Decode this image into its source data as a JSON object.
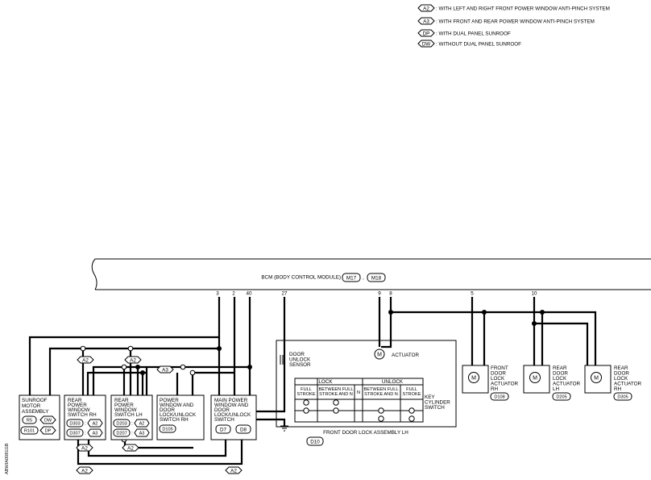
{
  "legend": [
    {
      "code": "A2",
      "text": ": WITH LEFT AND RIGHT FRONT POWER WINDOW ANTI-PINCH SYSTEM"
    },
    {
      "code": "A3",
      "text": ": WITH FRONT AND REAR POWER WINDOW ANTI-PINCH SYSTEM"
    },
    {
      "code": "DP",
      "text": ": WITH DUAL PANEL SUNROOF"
    },
    {
      "code": "DW",
      "text": ": WITHOUT DUAL PANEL SUNROOF"
    }
  ],
  "bcm": {
    "label": "BCM (BODY CONTROL MODULE)",
    "conn1": "M17",
    "sep": ",",
    "conn2": "M18"
  },
  "pins": {
    "p3": "3",
    "p2": "2",
    "p40": "40",
    "p27": "27",
    "p9": "9",
    "p8": "8",
    "p5": "5",
    "p10": "10"
  },
  "option_tags": {
    "a2": "A2",
    "a3": "A3"
  },
  "components": {
    "sunroof": {
      "lines": [
        "SUNROOF",
        "MOTOR",
        "ASSEMBLY"
      ],
      "conns": [
        "R5",
        "DW",
        "R101",
        "DP"
      ]
    },
    "rear_rh": {
      "lines": [
        "REAR",
        "POWER",
        "WINDOW",
        "SWITCH RH"
      ],
      "conns": [
        "D303",
        "A2",
        "D307",
        "A3"
      ]
    },
    "rear_lh": {
      "lines": [
        "REAR",
        "POWER",
        "WINDOW",
        "SWITCH LH"
      ],
      "conns": [
        "D203",
        "A2",
        "D207",
        "A3"
      ]
    },
    "pw_rh": {
      "lines": [
        "POWER",
        "WINDOW AND",
        "DOOR",
        "LOCK/UNLOCK",
        "SWITCH RH"
      ],
      "conn": "D105"
    },
    "main": {
      "lines": [
        "MAIN POWER",
        "WINDOW AND",
        "DOOR",
        "LOCK/UNLOCK",
        "SWITCH"
      ],
      "conns": [
        "D7",
        "D8"
      ]
    }
  },
  "front_lock": {
    "label": "FRONT DOOR LOCK ASSEMBLY LH",
    "conn": "D10",
    "sensor": [
      "DOOR",
      "UNLOCK",
      "SENSOR"
    ],
    "actuator": "ACTUATOR",
    "motor": "M",
    "key_switch": [
      "KEY",
      "CYLINDER",
      "SWITCH"
    ],
    "table": {
      "lock": "LOCK",
      "unlock": "UNLOCK",
      "full_stroke": [
        "FULL",
        "STROKE"
      ],
      "between": [
        "BETWEEN FULL",
        "STROKE AND N"
      ],
      "n": "N"
    }
  },
  "actuators": [
    {
      "lines": [
        "FRONT",
        "DOOR",
        "LOCK",
        "ACTUATOR",
        "RH"
      ],
      "conn": "D108",
      "motor": "M"
    },
    {
      "lines": [
        "REAR",
        "DOOR",
        "LOCK",
        "ACTUATOR",
        "LH"
      ],
      "conn": "D205",
      "motor": "M"
    },
    {
      "lines": [
        "REAR",
        "DOOR",
        "LOCK",
        "ACTUATOR",
        "RH"
      ],
      "conn": "D305",
      "motor": "M"
    }
  ],
  "ref_code": "ABWIA0081GB"
}
